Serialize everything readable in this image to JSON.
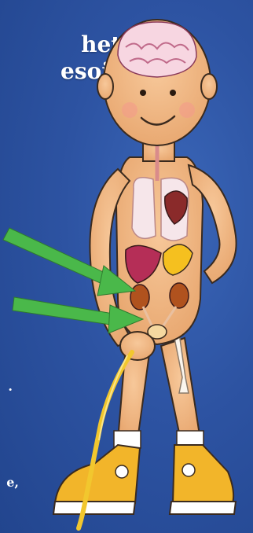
{
  "caption": {
    "line1": "hets",
    "line2": "esoin.",
    "fragment_a": ".",
    "fragment_b": "e,"
  },
  "colors": {
    "background": "#2f55a4",
    "arrow": "#4ab84a",
    "skin": "#f3bd8c",
    "outline": "#3a2a1e",
    "urine": "#f2c72e",
    "shoe": "#f2b52a"
  },
  "illustration": {
    "subject": "cartoon boy showing brain, lungs, heart, stomach, liver, kidneys and bladder",
    "arrows_count": 2
  }
}
